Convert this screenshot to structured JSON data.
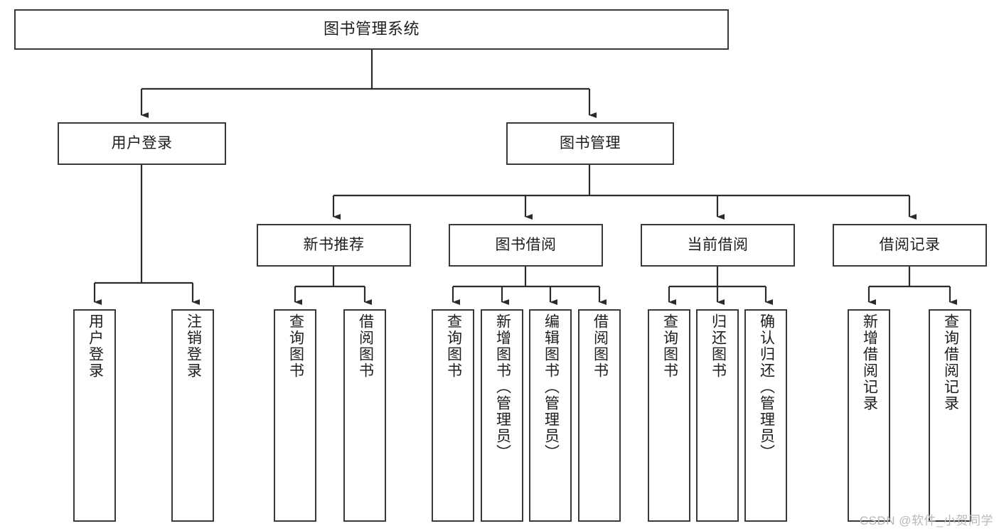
{
  "diagram": {
    "title": "图书管理系统",
    "type": "hierarchy-tree",
    "watermark": "CSDN @软件_小贺同学",
    "colors": {
      "box_border": "#3a3a3a",
      "box_fill": "#ffffff",
      "connector": "#2b2b2b",
      "text": "#1d1d1d",
      "watermark": "#b9b9b9"
    },
    "levels": {
      "root": {
        "label": "图书管理系统"
      },
      "level1": [
        {
          "label": "用户登录"
        },
        {
          "label": "图书管理"
        }
      ],
      "level2": [
        {
          "label": "新书推荐"
        },
        {
          "label": "图书借阅"
        },
        {
          "label": "当前借阅"
        },
        {
          "label": "借阅记录"
        }
      ],
      "leaves": {
        "user_login": [
          {
            "label": "用户登录"
          },
          {
            "label": "注销登录"
          }
        ],
        "new_book_recommend": [
          {
            "label": "查询图书"
          },
          {
            "label": "借阅图书"
          }
        ],
        "book_borrow": [
          {
            "label": "查询图书"
          },
          {
            "label": "新增图书（管理员）"
          },
          {
            "label": "编辑图书（管理员）"
          },
          {
            "label": "借阅图书"
          }
        ],
        "current_borrow": [
          {
            "label": "查询图书"
          },
          {
            "label": "归还图书"
          },
          {
            "label": "确认归还（管理员）"
          }
        ],
        "borrow_record": [
          {
            "label": "新增借阅记录"
          },
          {
            "label": "查询借阅记录"
          }
        ]
      }
    }
  }
}
